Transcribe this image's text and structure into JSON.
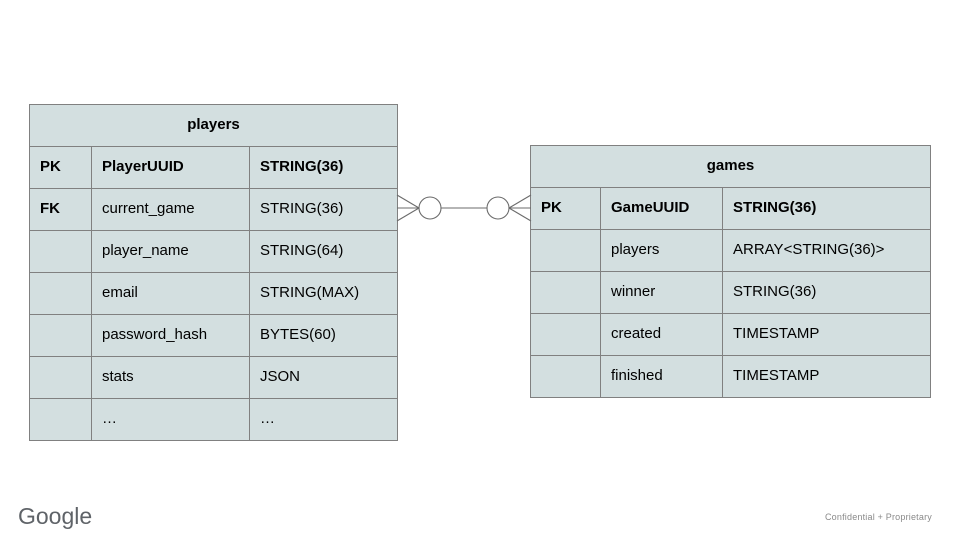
{
  "diagram": {
    "type": "entity-relationship-diagram",
    "colors": {
      "cell_fill": "#d3dfe0",
      "border": "#808080",
      "text": "#000000",
      "connector": "#6b6b6b",
      "footer_logo": "#5f6368",
      "footer_note": "#8a8a8a",
      "background": "#ffffff"
    },
    "entities": [
      {
        "name": "players",
        "title": "players",
        "rows": [
          {
            "key": "PK",
            "column": "PlayerUUID",
            "type": "STRING(36)",
            "bold": true
          },
          {
            "key": "FK",
            "column": "current_game",
            "type": "STRING(36)",
            "bold": false
          },
          {
            "key": "",
            "column": "player_name",
            "type": "STRING(64)",
            "bold": false
          },
          {
            "key": "",
            "column": "email",
            "type": "STRING(MAX)",
            "bold": false
          },
          {
            "key": "",
            "column": "password_hash",
            "type": "BYTES(60)",
            "bold": false
          },
          {
            "key": "",
            "column": "stats",
            "type": "JSON",
            "bold": false
          },
          {
            "key": "",
            "column": "…",
            "type": "…",
            "bold": false
          }
        ]
      },
      {
        "name": "games",
        "title": "games",
        "rows": [
          {
            "key": "PK",
            "column": "GameUUID",
            "type": "STRING(36)",
            "bold": true
          },
          {
            "key": "",
            "column": "players",
            "type": "ARRAY<STRING(36)>",
            "bold": false
          },
          {
            "key": "",
            "column": "winner",
            "type": "STRING(36)",
            "bold": false
          },
          {
            "key": "",
            "column": "created",
            "type": "TIMESTAMP",
            "bold": false
          },
          {
            "key": "",
            "column": "finished",
            "type": "TIMESTAMP",
            "bold": false
          }
        ]
      }
    ],
    "relationship": {
      "from": "players",
      "to": "games",
      "from_cardinality": "zero-or-many",
      "to_cardinality": "zero-or-many",
      "notation": "crow-foot"
    }
  },
  "footer": {
    "logo_text": "Google",
    "note": "Confidential + Proprietary"
  }
}
